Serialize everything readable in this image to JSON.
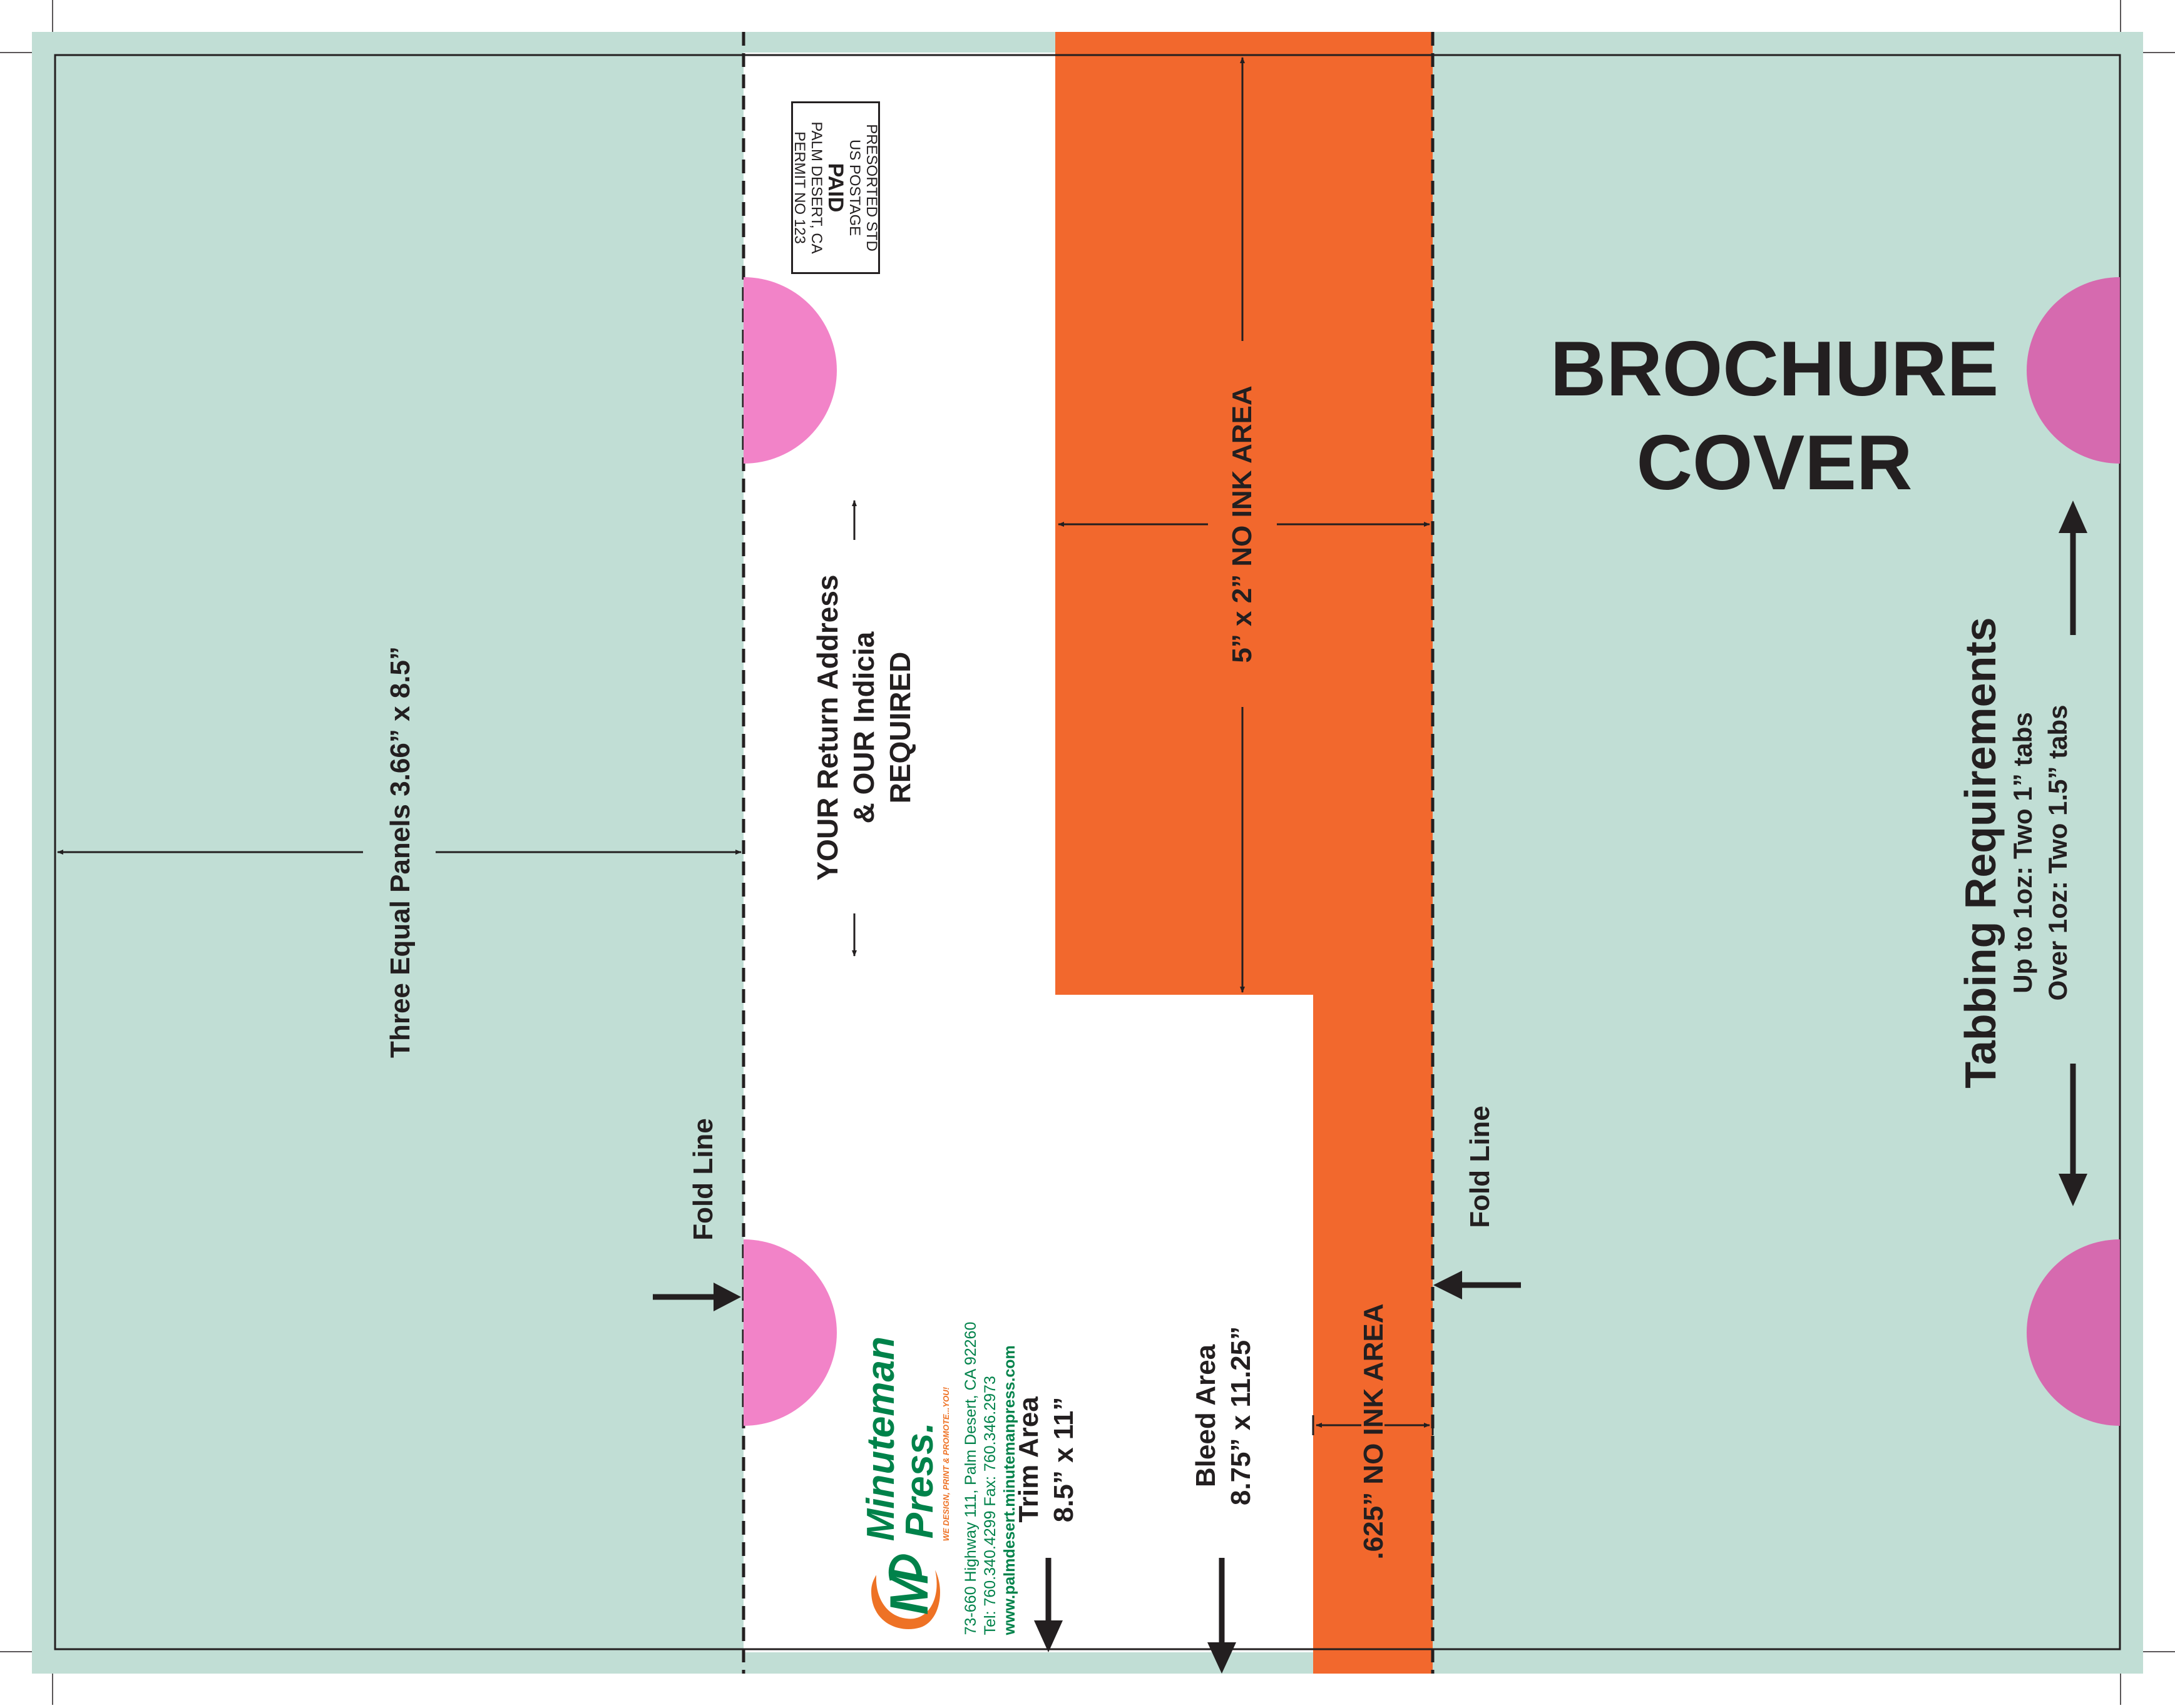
{
  "colors": {
    "panel_bg": "#c1ded5",
    "no_ink": "#f2682d",
    "mail_panel": "#ffffff",
    "tab_pink": "#f283c8",
    "tab_magenta": "#d66aaf",
    "ink": "#231f20",
    "brand_green": "#00824a",
    "brand_orange": "#ee7225"
  },
  "panels": {
    "dimension_label": "Three Equal Panels 3.66” x 8.5”"
  },
  "fold_lines": {
    "left_label": "Fold Line",
    "right_label": "Fold Line"
  },
  "indicia": {
    "line1": "PRESORTED STD",
    "line2": "US POSTAGE",
    "line3": "PAID",
    "line4": "PALM DESERT, CA",
    "line5": "PERMIT NO 123"
  },
  "return_address_note": {
    "line1": "YOUR Return Address",
    "line2": "& OUR Indicia",
    "line3": "REQUIRED"
  },
  "no_ink_area_main": "5” x 2” NO INK AREA",
  "no_ink_area_strip": ".625” NO INK AREA",
  "trim_area": {
    "line1": "Trim Area",
    "line2": "8.5” x 11”"
  },
  "bleed_area": {
    "line1": "Bleed Area",
    "line2": "8.75” x 11.25”"
  },
  "cover": {
    "line1": "BROCHURE",
    "line2": "COVER"
  },
  "tabbing": {
    "title": "Tabbing Requirements",
    "rule1": "Up to 1oz:  Two 1” tabs",
    "rule2": "Over 1oz:  Two 1.5” tabs"
  },
  "branding": {
    "logo_icon": "minuteman-m-swoosh-icon",
    "name_line1": "Minuteman",
    "name_line2": "Press.",
    "tagline": "WE DESIGN, PRINT & PROMOTE...YOU!",
    "address": "73-660 Highway 111, Palm Desert, CA 92260",
    "phone_fax": "Tel: 760.340.4299 Fax: 760.346.2973",
    "website": "www.palmdesert.minutemanpress.com"
  }
}
